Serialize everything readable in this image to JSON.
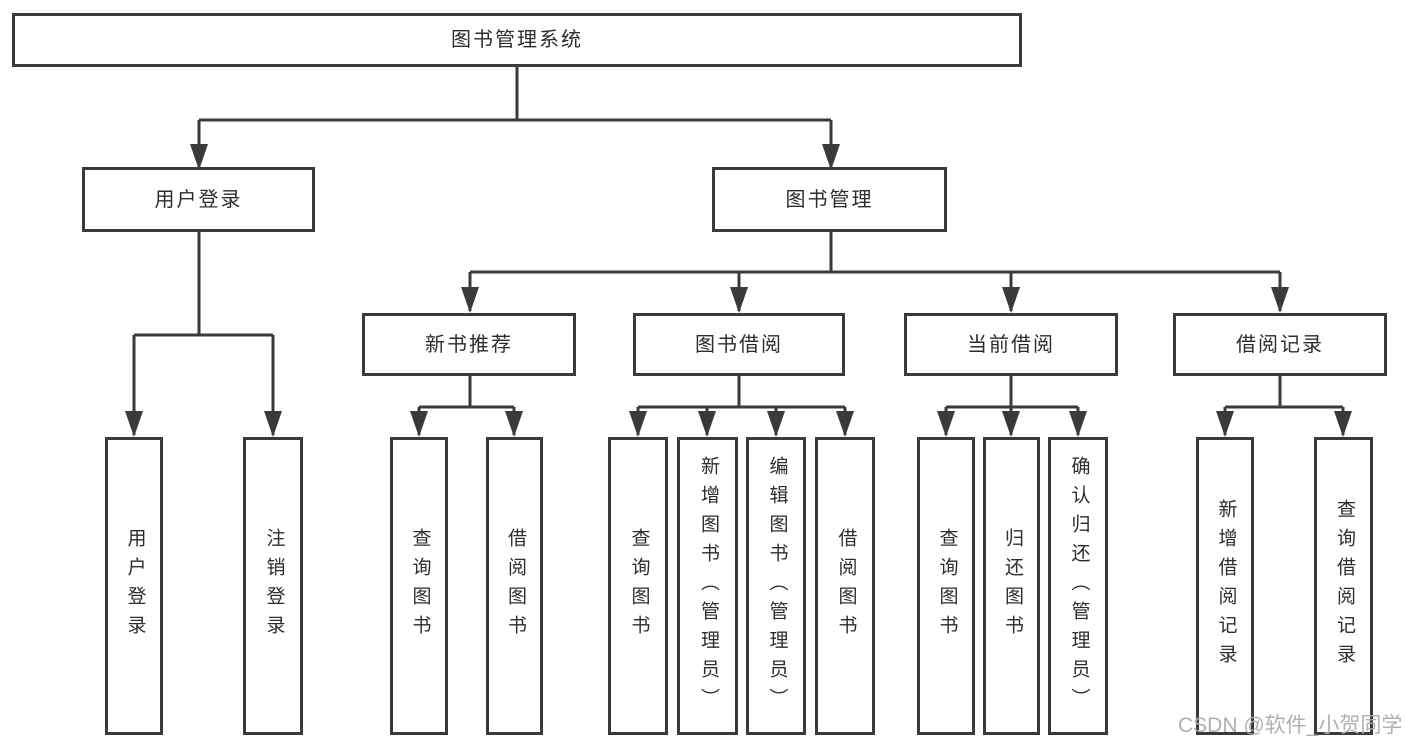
{
  "diagram_title": "图书管理系统",
  "colors": {
    "line": "#3a3a3a",
    "box_border": "#3a3a3a",
    "text": "#2d2d2d",
    "background": "#ffffff",
    "watermark": "#a8adb3"
  },
  "nodes": {
    "root": "图书管理系统",
    "user_login": "用户登录",
    "book_mgmt": "图书管理",
    "new_book_rec": "新书推荐",
    "book_borrow": "图书借阅",
    "current_borrow": "当前借阅",
    "borrow_records": "借阅记录",
    "leaf_user_login": "用户登录",
    "leaf_logout": "注销登录",
    "rec_query_book": "查询图书",
    "rec_borrow_book": "借阅图书",
    "bb_query_book": "查询图书",
    "bb_add_book": "新增图书（管理员）",
    "bb_edit_book": "编辑图书（管理员）",
    "bb_borrow_book": "借阅图书",
    "cb_query_book": "查询图书",
    "cb_return_book": "归还图书",
    "cb_confirm_return": "确认归还（管理员）",
    "br_add_record": "新增借阅记录",
    "br_query_record": "查询借阅记录"
  },
  "watermark": {
    "text": "CSDN @软件_小贺同学"
  }
}
